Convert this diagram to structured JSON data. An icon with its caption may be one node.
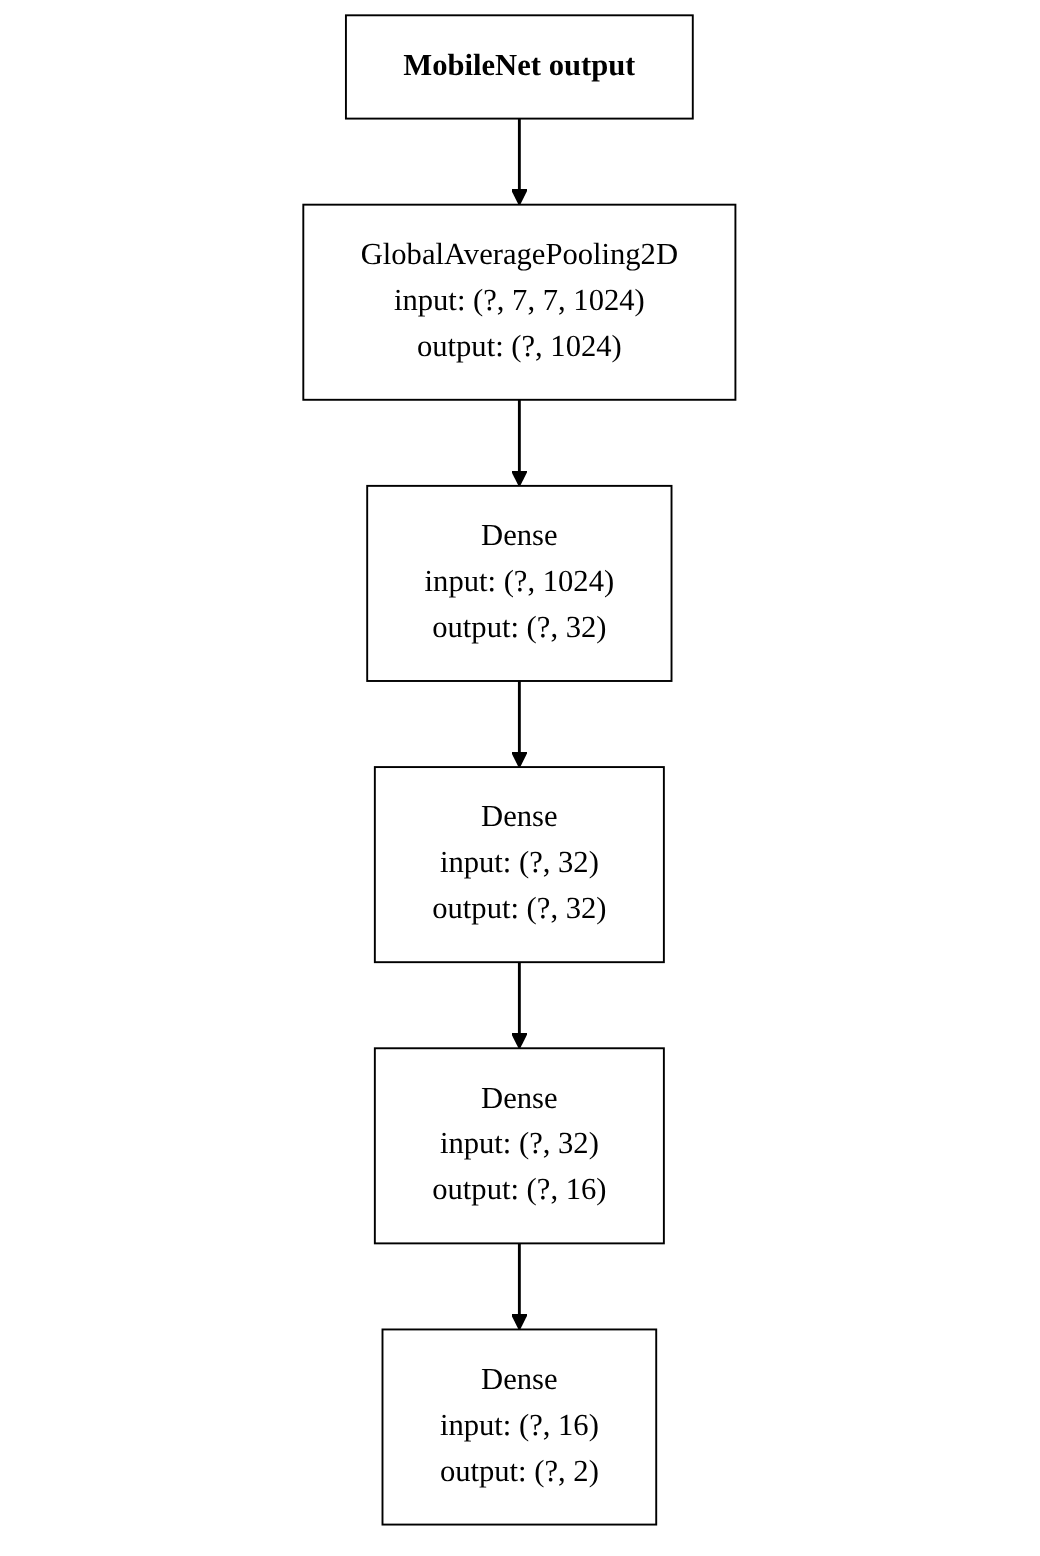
{
  "diagram": {
    "nodes": [
      {
        "text": [
          "MobileNet output"
        ]
      },
      {
        "text": [
          "GlobalAveragePooling2D",
          "input:",
          "(?, 7, 7, 1024)",
          "output:",
          "(?, 1024)"
        ]
      },
      {
        "text": [
          "Dense",
          "input:",
          "(?, 1024)",
          "output:",
          "(?, 32)"
        ]
      },
      {
        "text": [
          "Dense",
          "input:",
          "(?, 32)",
          "output:",
          "(?, 32)"
        ]
      },
      {
        "text": [
          "Dense",
          "input:",
          "(?, 32)",
          "output:",
          "(?, 16)"
        ]
      },
      {
        "text": [
          "Dense",
          "input:",
          "(?, 16)",
          "output:",
          "(?, 2)"
        ]
      }
    ],
    "edges": [
      {
        "from": 0,
        "to": 1,
        "arrow": "to"
      },
      {
        "from": 1,
        "to": 2,
        "arrow": "to"
      },
      {
        "from": 2,
        "to": 3,
        "arrow": "to"
      },
      {
        "from": 3,
        "to": 4,
        "arrow": "to"
      },
      {
        "from": 4,
        "to": 5,
        "arrow": "to"
      }
    ]
  }
}
